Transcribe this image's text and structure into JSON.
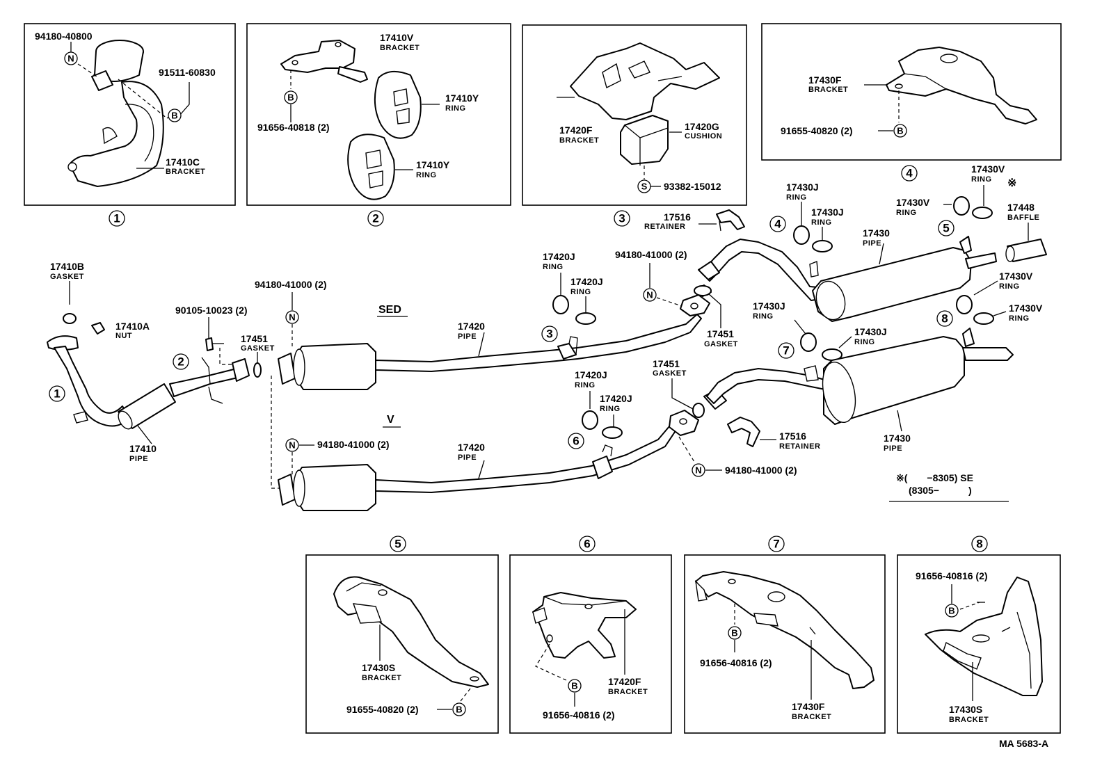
{
  "labels": {
    "p94180_40800": "94180-40800",
    "p91511_60830": "91511-60830",
    "p17410C": "17410C",
    "bracket": "BRACKET",
    "p17410V": "17410V",
    "p17410Y": "17410Y",
    "ring": "RING",
    "p91656_40818": "91656-40818 (2)",
    "p17420F": "17420F",
    "p17420G": "17420G",
    "cushion": "CUSHION",
    "p93382_15012": "93382-15012",
    "p17430F": "17430F",
    "p91655_40820": "91655-40820 (2)",
    "p17410B": "17410B",
    "gasket": "GASKET",
    "p17410A": "17410A",
    "nut": "NUT",
    "p90105_10023": "90105-10023 (2)",
    "p17451": "17451",
    "p94180_41000": "94180-41000 (2)",
    "p17410": "17410",
    "pipe": "PIPE",
    "sed": "SED",
    "v": "V",
    "p17420": "17420",
    "p17420J": "17420J",
    "p17516": "17516",
    "retainer": "RETAINER",
    "p17430J": "17430J",
    "p17430": "17430",
    "p17430V": "17430V",
    "asterisk": "※",
    "p17448": "17448",
    "baffle": "BAFFLE",
    "note_line1": "※(　　−8305) SE",
    "note_line2": "(8305−　　　)",
    "p17430S": "17430S",
    "p91656_40816": "91656-40816 (2)",
    "ref": "MA  5683-A"
  },
  "markers": {
    "n": "N",
    "b": "B",
    "s": "S"
  },
  "callouts": {
    "c1": "1",
    "c2": "2",
    "c3": "3",
    "c4": "4",
    "c5": "5",
    "c6": "6",
    "c7": "7",
    "c8": "8"
  }
}
